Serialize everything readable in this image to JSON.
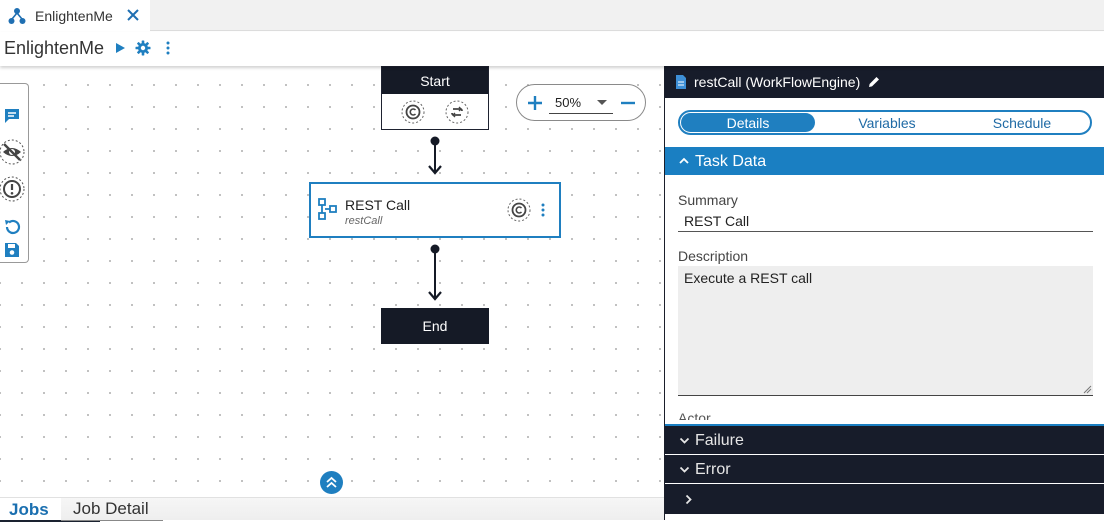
{
  "tab": {
    "label": "EnlightenMe"
  },
  "toolbar": {
    "title": "EnlightenMe"
  },
  "zoom": {
    "value": "50%"
  },
  "flow": {
    "start_label": "Start",
    "rest_title": "REST Call",
    "rest_subtitle": "restCall",
    "end_label": "End"
  },
  "bottom_tabs": {
    "jobs": "Jobs",
    "job_detail": "Job Detail"
  },
  "panel": {
    "title": "restCall (WorkFlowEngine)",
    "tabs": {
      "details": "Details",
      "variables": "Variables",
      "schedule": "Schedule"
    },
    "section_task_data": "Task Data",
    "summary_label": "Summary",
    "summary_value": "REST Call",
    "description_label": "Description",
    "description_value": "Execute a REST call",
    "actor_label": "Actor",
    "section_failure": "Failure",
    "section_error": "Error"
  },
  "colors": {
    "accent": "#1f7fc0",
    "dark": "#171c2a"
  }
}
